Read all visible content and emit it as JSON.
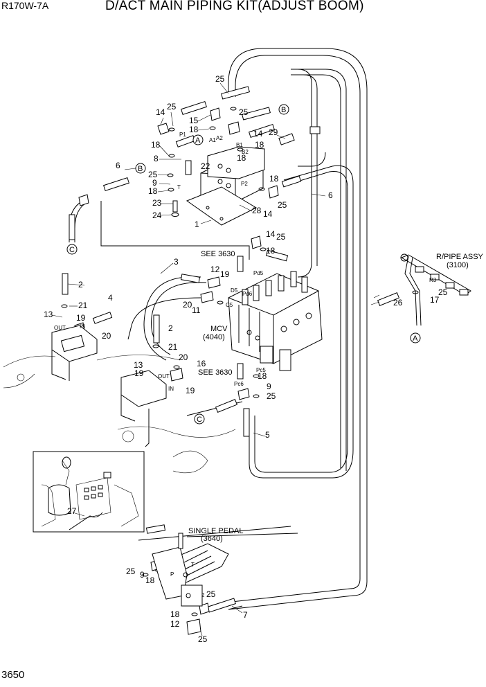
{
  "header": {
    "model": "R170W-7A",
    "title": "D/ACT MAIN PIPING KIT(ADJUST BOOM)"
  },
  "footer": {
    "page_number": "3650"
  },
  "notes": {
    "see_top": "SEE 3630",
    "see_bottom": "SEE 3630",
    "mcv": "MCV",
    "mcv_ref": "(4040)",
    "rpipe": "R/PIPE ASSY",
    "rpipe_ref": "(3100)",
    "pedal": "SINGLE PEDAL",
    "pedal_ref": "(3640)"
  },
  "connectors": [
    "A",
    "B",
    "B",
    "C",
    "C",
    "A",
    "A"
  ],
  "port_labels": [
    "P1",
    "A1",
    "A2",
    "B1",
    "B2",
    "T",
    "P2",
    "Pd5",
    "Pd6",
    "D5",
    "C5",
    "Pc5",
    "Pc6",
    "OUT",
    "IN",
    "OUT",
    "IN",
    "R3",
    "T",
    "P",
    "2"
  ],
  "callouts": [
    "25",
    "25",
    "14",
    "15",
    "25",
    "18",
    "18",
    "29",
    "18",
    "14",
    "8",
    "18",
    "22",
    "6",
    "25",
    "9",
    "18",
    "23",
    "24",
    "28",
    "1",
    "18",
    "25",
    "14",
    "6",
    "14",
    "25",
    "18",
    "3",
    "12",
    "19",
    "2",
    "D5",
    "4",
    "21",
    "13",
    "19",
    "20",
    "20",
    "11",
    "2",
    "21",
    "20",
    "13",
    "16",
    "19",
    "19",
    "18",
    "9",
    "25",
    "5",
    "26",
    "17",
    "25",
    "27",
    "25",
    "9",
    "18",
    "25",
    "18",
    "12",
    "7",
    "25"
  ]
}
